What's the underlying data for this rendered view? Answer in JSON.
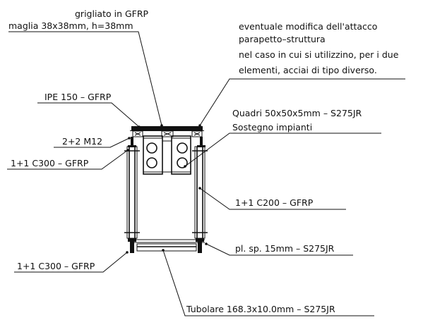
{
  "labels": {
    "grigliato_1": "grigliato in GFRP",
    "grigliato_2": "maglia 38x38mm, h=38mm",
    "modifica_1": "eventuale modifica dell'attacco",
    "modifica_2": "parapetto–struttura",
    "modifica_3": "nel caso in cui si utilizzino, per i due",
    "modifica_4": "elementi, acciai di tipo diverso.",
    "ipe": "IPE 150 – GFRP",
    "quadri": "Quadri 50x50x5mm – S275JR",
    "sostegno": "Sostegno impianti",
    "m12": "2+2 M12",
    "c300_top": "1+1 C300 – GFRP",
    "c200": "1+1 C200 – GFRP",
    "plate": "pl. sp. 15mm – S275JR",
    "c300_bottom": "1+1 C300 – GFRP",
    "tubolare": "Tubolare 168.3x10.0mm – S275JR"
  }
}
